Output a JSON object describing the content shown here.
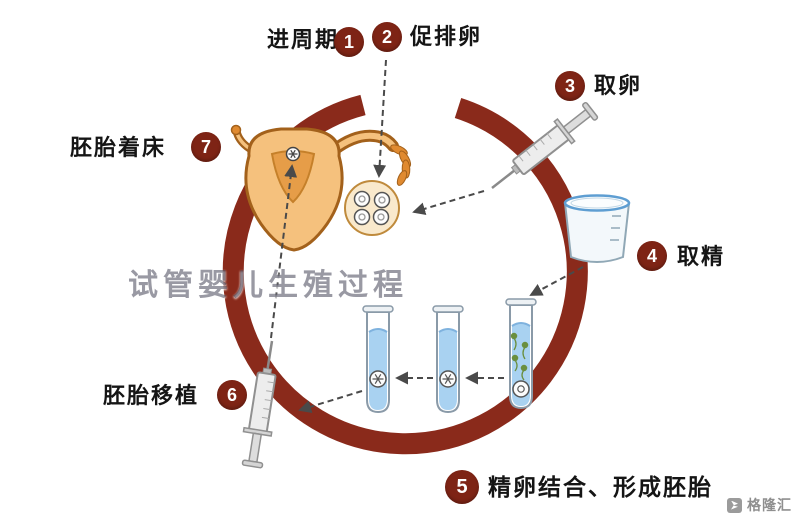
{
  "steps": [
    {
      "num": "1",
      "label": "进周期"
    },
    {
      "num": "2",
      "label": "促排卵"
    },
    {
      "num": "3",
      "label": "取卵"
    },
    {
      "num": "4",
      "label": "取精"
    },
    {
      "num": "5",
      "label": "精卵结合、形成胚胎"
    },
    {
      "num": "6",
      "label": "胚胎移植"
    },
    {
      "num": "7",
      "label": "胚胎着床"
    }
  ],
  "watermark": {
    "center_text": "试管婴儿生殖过程",
    "source_text": "格隆汇"
  },
  "icons": {
    "cycle": "cycle-arrow-ring",
    "uterus": "uterus-illustration",
    "ovary": "ovary-follicles",
    "egg_syringe": "egg-retrieval-syringe",
    "cup": "sperm-collection-cup",
    "tubes": "test-tubes",
    "transfer_syringe": "embryo-transfer-syringe"
  },
  "colors": {
    "cycle_ring": "#8A2A1B",
    "badge": "#7E2415",
    "uterus_fill": "#F5C17D",
    "uterus_outline": "#A3611B",
    "cavity_fill": "#E69D48",
    "tube_liquid": "#A9D2F1",
    "cup_rim_blue": "#5E9ED2",
    "dashed_line": "#4A4A4A",
    "text": "#151515"
  }
}
